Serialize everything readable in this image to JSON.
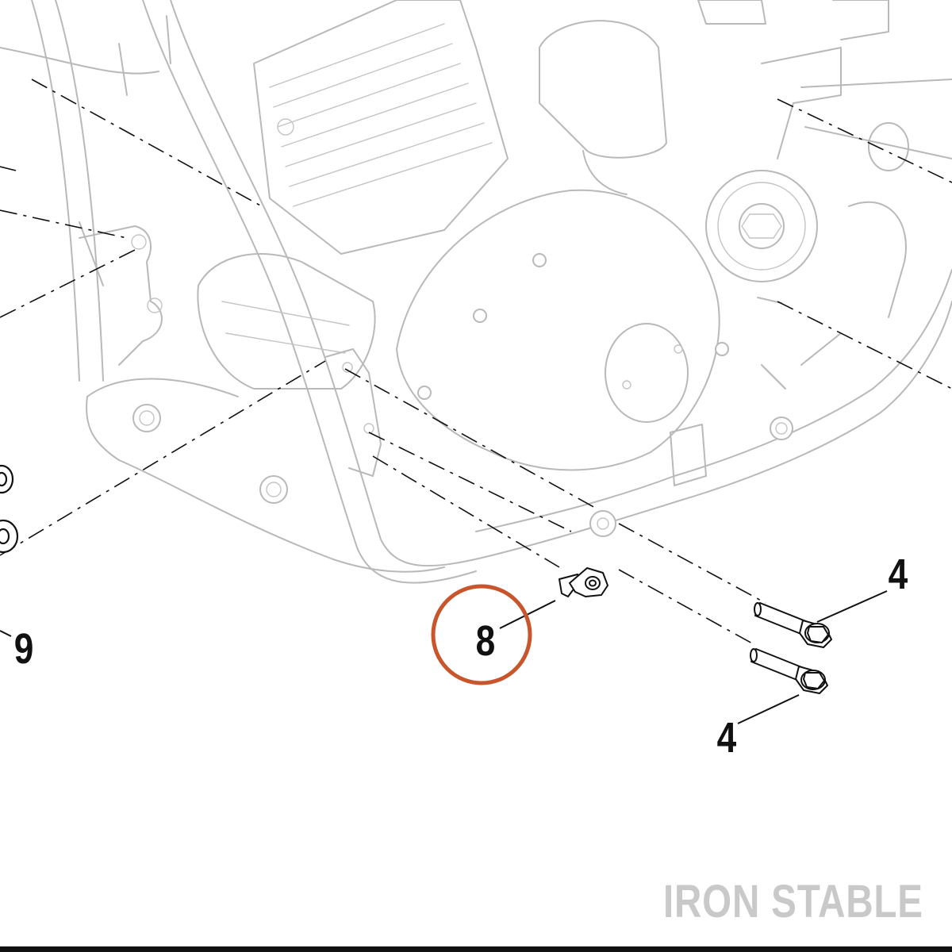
{
  "diagram": {
    "callouts": {
      "bolt_upper": "4",
      "bolt_lower": "4",
      "clip_nut": "8",
      "left_nuts": "9"
    },
    "highlighted_callout": "8",
    "highlight_color": "#c8552b",
    "watermark": "IRON STABLE"
  }
}
